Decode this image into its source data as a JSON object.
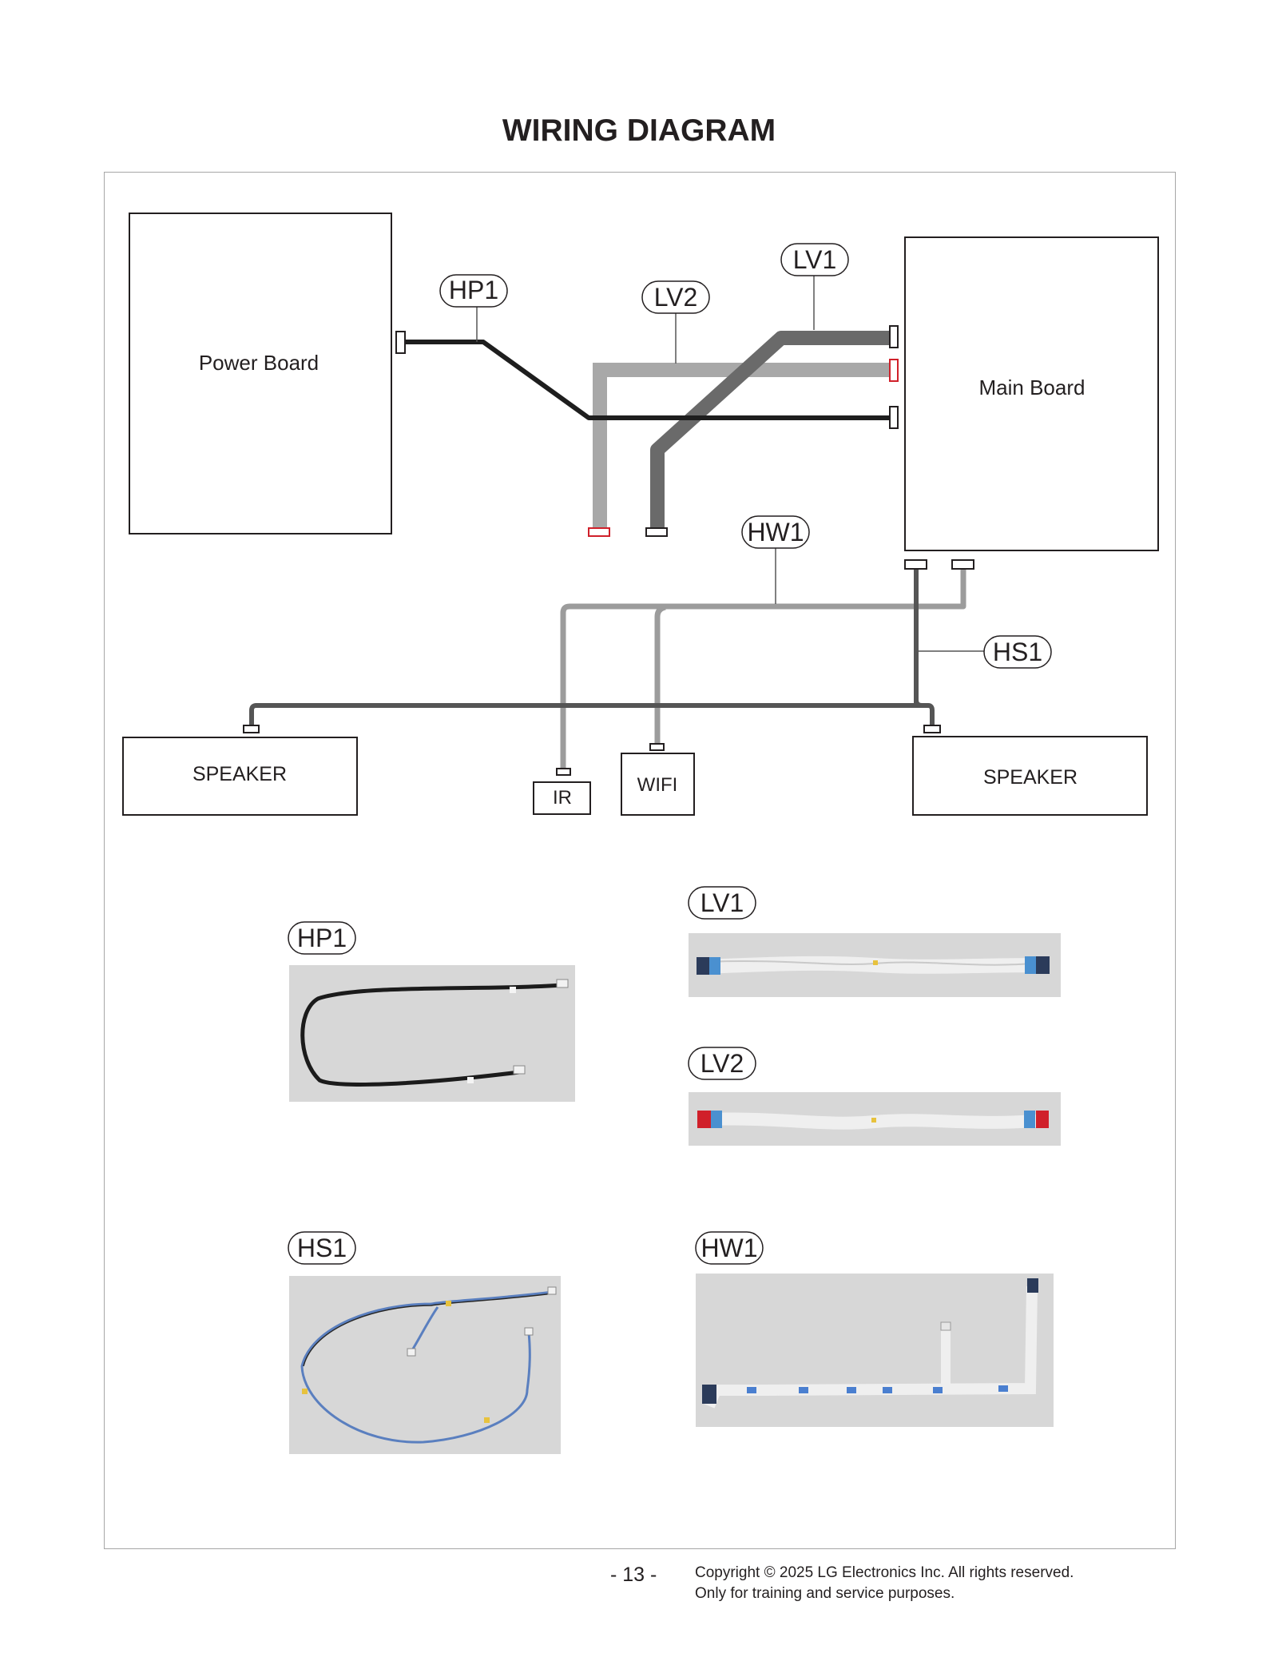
{
  "title": "WIRING DIAGRAM",
  "boards": {
    "power": "Power Board",
    "main": "Main Board",
    "speaker_left": "SPEAKER",
    "speaker_right": "SPEAKER",
    "ir": "IR",
    "wifi": "WIFI"
  },
  "cable_labels": {
    "hp1": "HP1",
    "lv1": "LV1",
    "lv2": "LV2",
    "hw1": "HW1",
    "hs1": "HS1"
  },
  "photo_labels": {
    "hp1": "HP1",
    "lv1": "LV1",
    "lv2": "LV2",
    "hs1": "HS1",
    "hw1": "HW1"
  },
  "colors": {
    "hp1_wire": "#1e1e1e",
    "lv1_wire": "#6a6a6a",
    "lv2_wire": "#a8a8a8",
    "hw1_wire": "#9c9c9c",
    "hs1_wire": "#555555",
    "accent_connector": "#d0202a",
    "photo_background": "#d7d7d7"
  },
  "footer": {
    "page": "- 13 -",
    "copyright_line1": "Copyright © 2025 LG Electronics Inc. All rights reserved.",
    "copyright_line2": "Only for training and service purposes."
  }
}
